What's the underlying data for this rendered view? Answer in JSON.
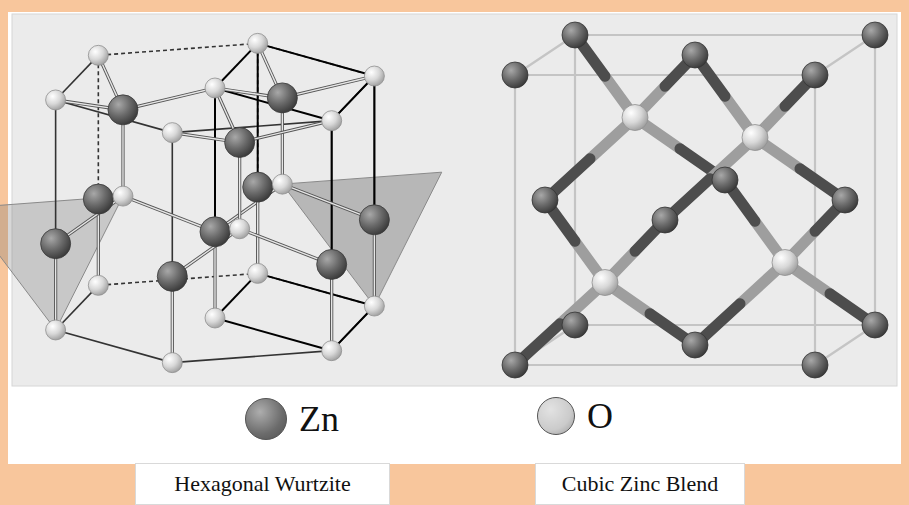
{
  "diagram": {
    "nodes": [
      {
        "text": [
          "Hexagonal Wurtzite"
        ]
      },
      {
        "text": [
          "Cubic Zinc Blend"
        ]
      }
    ],
    "legend": [
      {
        "text": "Zn",
        "color": "#6b6b6b"
      },
      {
        "text": "O",
        "color": "#cbcbcb"
      }
    ]
  }
}
